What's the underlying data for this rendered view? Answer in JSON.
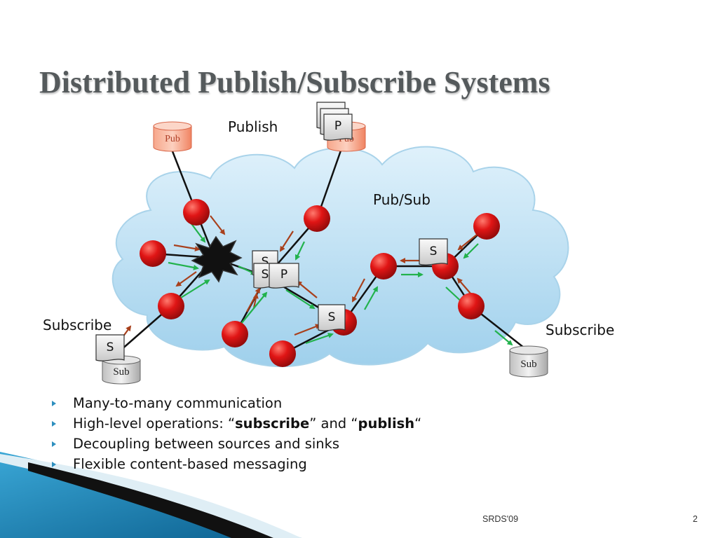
{
  "slide": {
    "title": "Distributed Publish/Subscribe Systems",
    "footer_venue": "SRDS'09",
    "page_number": "2"
  },
  "diagram": {
    "cloud_label": "Pub/Sub",
    "publish_label": "Publish",
    "subscribe_left_label": "Subscribe",
    "subscribe_right_label": "Subscribe",
    "pub_db_left": "Pub",
    "pub_db_right": "Pub",
    "sub_db_left": "Sub",
    "sub_db_right": "Sub",
    "msg_publish_top": "P",
    "msg_publish_under1": "P",
    "msg_publish_under2": "P",
    "msg_center_s": "S",
    "msg_center_s2": "S",
    "msg_center_p": "P",
    "msg_mid_s": "S",
    "msg_right_s": "S",
    "msg_left_s": "S",
    "colors": {
      "cloud_fill": "#bfe3f5",
      "node_red": "#d81b1b",
      "arrow_green": "#22b24c",
      "arrow_brown": "#a8401c",
      "pub_db": "#f28c6b"
    }
  },
  "bullets": [
    {
      "text": "Many-to-many communication"
    },
    {
      "pre": "High-level operations: “",
      "b1": "subscribe",
      "mid": "” and “",
      "b2": "publish",
      "post": "“"
    },
    {
      "text": "Decoupling between sources and sinks"
    },
    {
      "text": "Flexible content-based messaging"
    }
  ]
}
